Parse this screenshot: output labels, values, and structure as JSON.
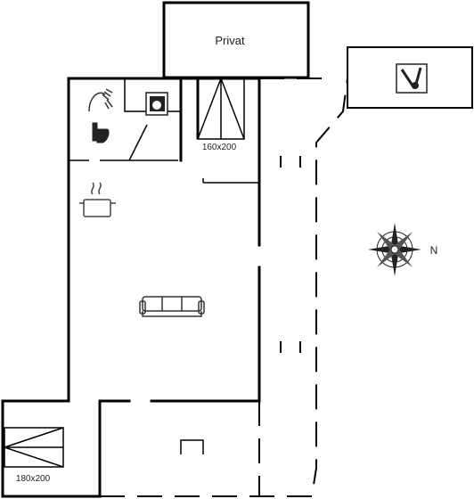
{
  "labels": {
    "private_area": "Privat",
    "bed_double": "160x200",
    "bed_large": "180x200",
    "north": "N"
  },
  "icons": {
    "shower": "shower-icon",
    "toilet": "toilet-icon",
    "washer": "washing-machine-icon",
    "kitchen": "cooking-pot-icon",
    "sofa": "sofa-icon",
    "bbq": "barbecue-icon",
    "compass": "compass-rose-icon"
  },
  "colors": {
    "wall": "#000000",
    "line": "#333333",
    "background": "#ffffff"
  }
}
